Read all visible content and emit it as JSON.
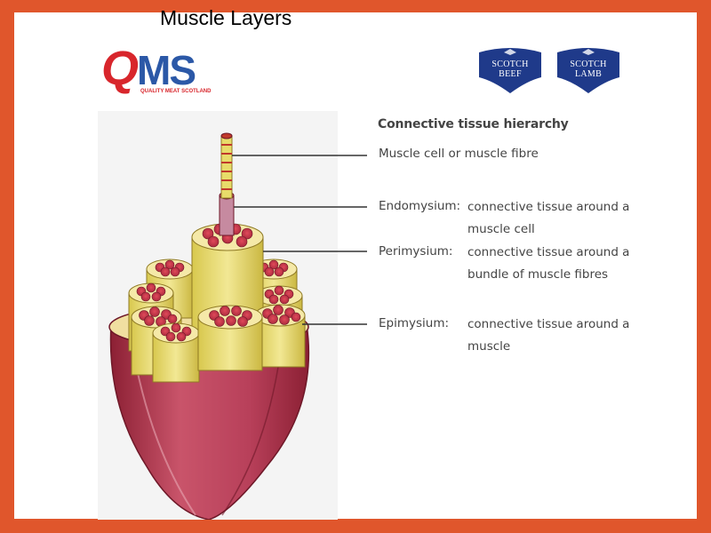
{
  "slide": {
    "title": "Muscle Layers"
  },
  "logos": {
    "qms": {
      "letters_q": "Q",
      "letters_ms": "MS",
      "subtitle": "QUALITY MEAT SCOTLAND",
      "color_red": "#d8262c",
      "color_blue": "#2b58a7"
    },
    "scotch_beef": {
      "line1": "SCOTCH",
      "line2": "BEEF"
    },
    "scotch_lamb": {
      "line1": "SCOTCH",
      "line2": "LAMB"
    }
  },
  "diagram": {
    "heading": "Connective tissue hierarchy",
    "muscle_fibre": {
      "label": "Muscle cell or muscle fibre"
    },
    "endomysium": {
      "term": "Endomysium:",
      "description": "connective tissue around a muscle cell"
    },
    "perimysium": {
      "term": "Perimysium:",
      "description": "connective tissue around a bundle of muscle fibres"
    },
    "epimysium": {
      "term": "Epimysium:",
      "description": "connective tissue around a muscle"
    }
  },
  "colors": {
    "border": "#e0562c",
    "muscle_red": "#a8283c",
    "sheath_yellow": "#e8dc6a",
    "leader_line": "#333333"
  }
}
